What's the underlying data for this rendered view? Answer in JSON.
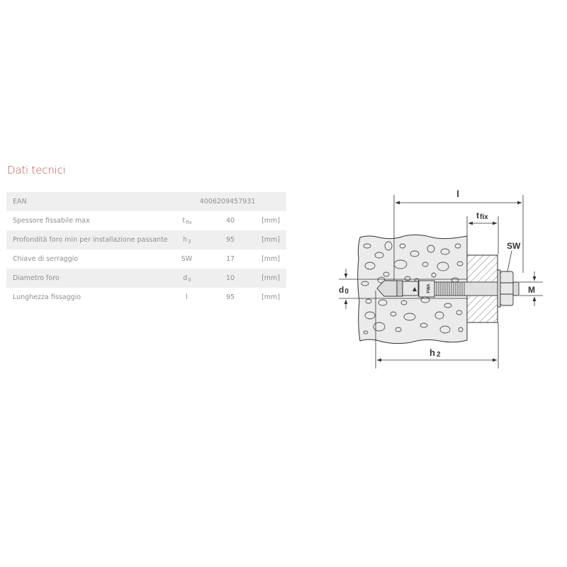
{
  "section": {
    "title": "Dati tecnici"
  },
  "table": {
    "ean": {
      "label": "EAN",
      "value": "4006209457931"
    },
    "rows": [
      {
        "label": "Spessore fissabile max",
        "symbol_main": "t",
        "symbol_sub": "fix",
        "value": "40",
        "unit": "[mm]"
      },
      {
        "label": "Profondità foro min per installazione passante",
        "symbol_main": "h",
        "symbol_sub": "2",
        "value": "95",
        "unit": "[mm]"
      },
      {
        "label": "Chiave di serraggio",
        "symbol_main": "SW",
        "symbol_sub": "",
        "value": "17",
        "unit": "[mm]"
      },
      {
        "label": "Diametro foro",
        "symbol_main": "d",
        "symbol_sub": "0",
        "value": "10",
        "unit": "[mm]"
      },
      {
        "label": "Lunghezza fissaggio",
        "symbol_main": "l",
        "symbol_sub": "",
        "value": "95",
        "unit": "[mm]"
      }
    ]
  },
  "diagram": {
    "labels": {
      "l": "l",
      "tfix_main": "t",
      "tfix_sub": "fix",
      "sw": "SW",
      "d0_main": "d",
      "d0_sub": "0",
      "m": "M",
      "h2_main": "h",
      "h2_sub": "2",
      "anchor_mark": "FWA"
    }
  },
  "colors": {
    "title": "#b5574d",
    "text": "#8f8f8f",
    "row_shade": "#efefef",
    "drawing_fill": "#ececec",
    "drawing_line": "#333333"
  }
}
